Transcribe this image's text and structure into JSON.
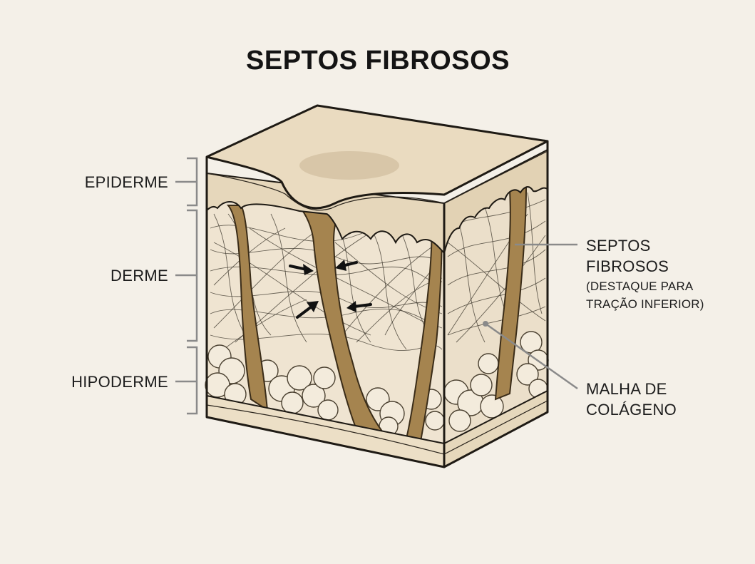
{
  "title": "SEPTOS FIBROSOS",
  "layers": {
    "epiderme": "EPIDERME",
    "derme": "DERME",
    "hipoderme": "HIPODERME"
  },
  "callouts": {
    "septos_line1": "SEPTOS",
    "septos_line2": "FIBROSOS",
    "septos_note1": "(DESTAQUE PARA",
    "septos_note2": "TRAÇÃO INFERIOR)",
    "malha_line1": "MALHA DE",
    "malha_line2": "COLÁGENO"
  },
  "colors": {
    "background": "#f4f0e8",
    "epidermis": "#e9dcc3",
    "dermis": "#efe4d1",
    "septum": "#a5844f",
    "leader": "#8a8a8a"
  }
}
